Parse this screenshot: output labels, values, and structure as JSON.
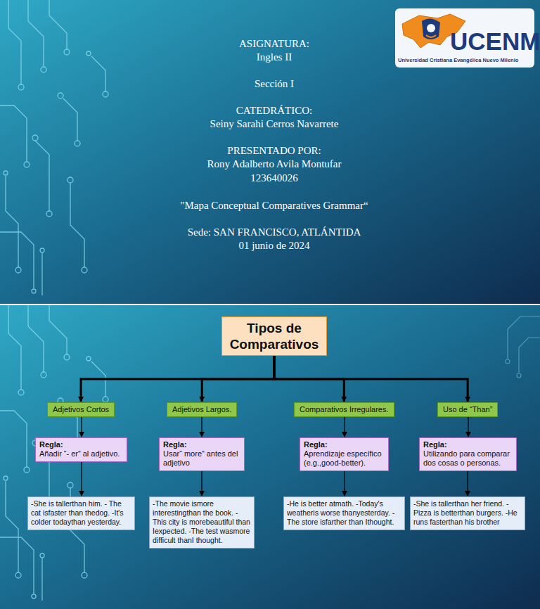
{
  "diagram": {
    "nodes": [
      {
        "text": [
          "Tipos de Comparativos"
        ]
      },
      {
        "text": [
          "Adjetivos Cortos"
        ]
      },
      {
        "text": [
          "Regla:",
          "Añadir “- er” al adjetivo."
        ]
      },
      {
        "text": [
          "-She is tallerthan him. - The cat isfaster than thedog. -It's colder todaythan yesterday."
        ]
      },
      {
        "text": [
          "Adjetivos Largos."
        ]
      },
      {
        "text": [
          "Regla:",
          "Usar“ more” antes del adjetivo"
        ]
      },
      {
        "text": [
          "-The movie ismore interestingthan the book. -This city is morebeautiful than Iexpected. -The test wasmore difficult thanI thought."
        ]
      },
      {
        "text": [
          "Comparativos Irregulares."
        ]
      },
      {
        "text": [
          "Regla:",
          "Aprendizaje específico (e.g.,good-better)."
        ]
      },
      {
        "text": [
          "-He is better atmath. -Today's weatheris worse thanyesterday. -The store isfarther than Ithought."
        ]
      },
      {
        "text": [
          "Uso de “Than”"
        ]
      },
      {
        "text": [
          "Regla:",
          "Utilizando para comparar dos cosas o personas."
        ]
      },
      {
        "text": [
          "-She is tallerthan her friend. -Pizza is betterthan burgers. -He runs fasterthan his brother"
        ]
      }
    ],
    "edges": [
      {
        "from": 0,
        "to": 1,
        "arrow": "to"
      },
      {
        "from": 0,
        "to": 4,
        "arrow": "to"
      },
      {
        "from": 0,
        "to": 7,
        "arrow": "to"
      },
      {
        "from": 0,
        "to": 10,
        "arrow": "to"
      },
      {
        "from": 1,
        "to": 2,
        "arrow": "to"
      },
      {
        "from": 2,
        "to": 3,
        "arrow": "to"
      },
      {
        "from": 4,
        "to": 5,
        "arrow": "to"
      },
      {
        "from": 5,
        "to": 6,
        "arrow": "to"
      },
      {
        "from": 7,
        "to": 8,
        "arrow": "to"
      },
      {
        "from": 8,
        "to": 9,
        "arrow": "to"
      },
      {
        "from": 10,
        "to": 11,
        "arrow": "to"
      },
      {
        "from": 11,
        "to": 12,
        "arrow": "to"
      }
    ],
    "labels": [
      "ASIGNATURA:",
      "Ingles II",
      "Sección I",
      "CATEDRÁTICO:",
      "Seiny Sarahi Cerros Navarrete",
      "PRESENTADO POR:",
      "Rony Adalberto Avila Montufar",
      "123640026",
      "\"Mapa Conceptual Comparatives Grammar“",
      "Sede: SAN FRANCISCO, ATLÁNTIDA",
      "01 junio de 2024",
      "UCENM",
      "Universidad Cristiana Evangélica Nuevo Milenio"
    ]
  }
}
